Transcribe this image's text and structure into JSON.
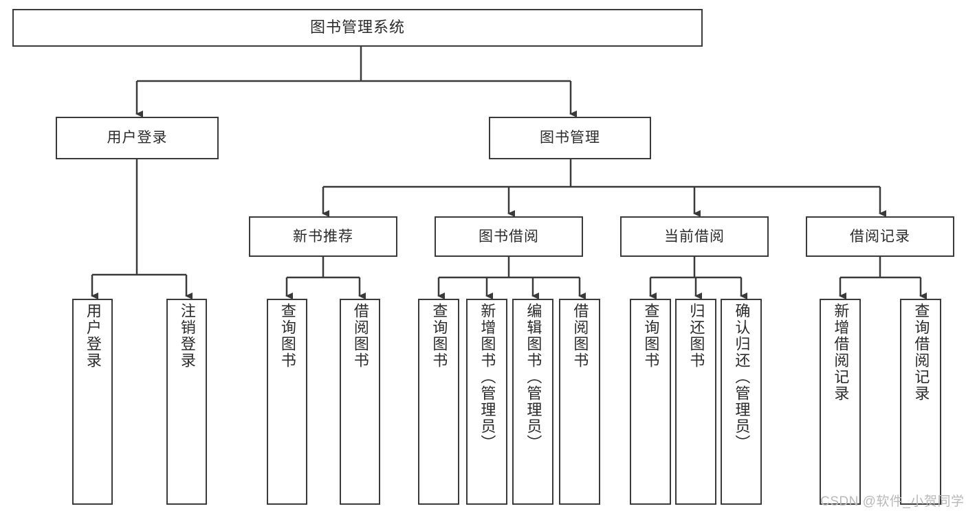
{
  "diagram": {
    "title": "图书管理系统",
    "type": "tree-hierarchy",
    "stroke_color": "#3a3a3a",
    "fill_color": "#ffffff",
    "text_color": "#2b2b2b"
  },
  "root": {
    "label": "图书管理系统"
  },
  "level2": [
    {
      "label": "用户登录"
    },
    {
      "label": "图书管理"
    }
  ],
  "level3": [
    {
      "label": "新书推荐"
    },
    {
      "label": "图书借阅"
    },
    {
      "label": "当前借阅"
    },
    {
      "label": "借阅记录"
    }
  ],
  "leaves": {
    "user_login": [
      {
        "label": "用户登录"
      },
      {
        "label": "注销登录"
      }
    ],
    "new_book_recommend": [
      {
        "label": "查询图书"
      },
      {
        "label": "借阅图书"
      }
    ],
    "book_borrow": [
      {
        "label": "查询图书"
      },
      {
        "label": "新增图书（管理员）"
      },
      {
        "label": "编辑图书（管理员）"
      },
      {
        "label": "借阅图书"
      }
    ],
    "current_borrow": [
      {
        "label": "查询图书"
      },
      {
        "label": "归还图书"
      },
      {
        "label": "确认归还（管理员）"
      }
    ],
    "borrow_records": [
      {
        "label": "新增借阅记录"
      },
      {
        "label": "查询借阅记录"
      }
    ]
  },
  "watermark": {
    "text": "CSDN @软件_小贺同学"
  }
}
